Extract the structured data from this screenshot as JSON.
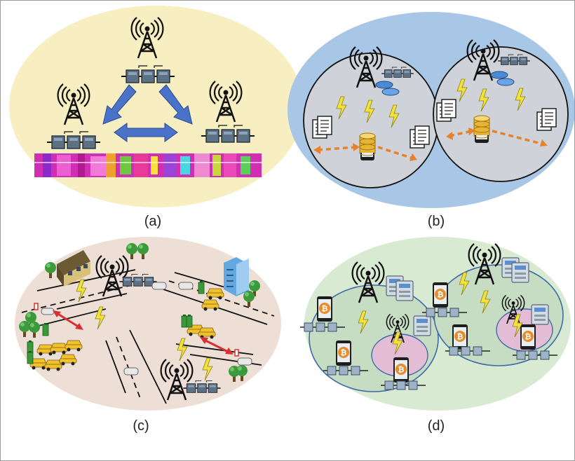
{
  "captions": {
    "a": "(a)",
    "b": "(b)",
    "c": "(c)",
    "d": "(d)"
  },
  "icons": [
    "cell-tower-icon",
    "blockchain-block-icon",
    "smartphone-icon",
    "database-icon",
    "document-icon",
    "taxi-car-icon",
    "battery-icon",
    "tree-icon",
    "building-icon",
    "server-icon",
    "bitcoin-icon",
    "lightning-bolt-icon",
    "double-arrow-icon"
  ],
  "colors": {
    "panel_a_bg": "#f7efc2",
    "panel_b_bg": "#a8c6e6",
    "panel_c_bg": "#eedfd6",
    "panel_d_bg": "#d9ead3",
    "blue_arrow": "#4a72c8",
    "wireless_link": "#f2e23a",
    "orange_link": "#e8812c",
    "red_link": "#d83030",
    "bitcoin": "#e78c2a",
    "taxi": "#f2c12e"
  }
}
